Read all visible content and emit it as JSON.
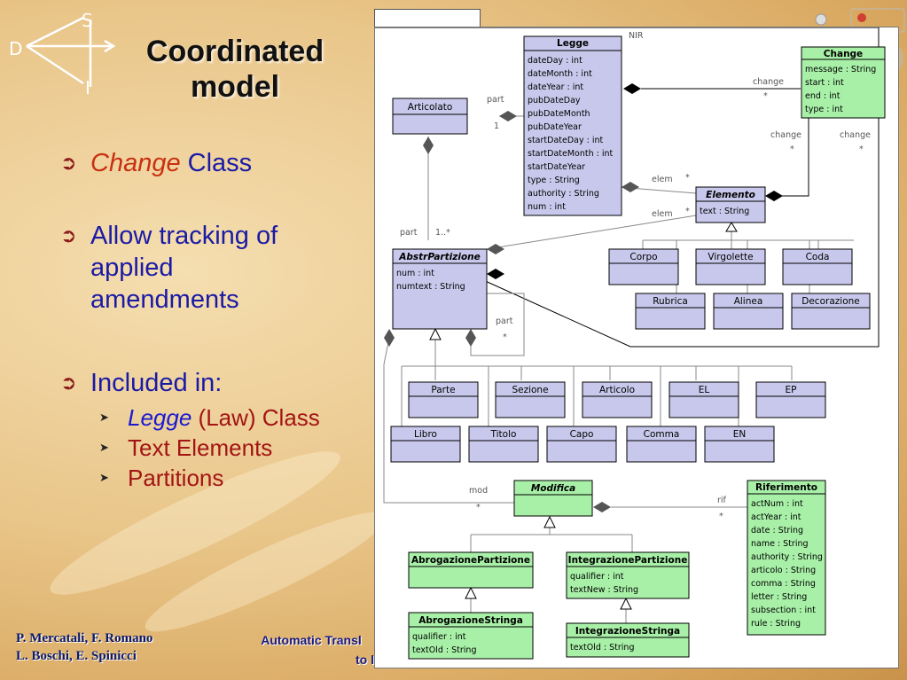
{
  "logo": {
    "letters": [
      "S",
      "D",
      "I"
    ]
  },
  "title": "Coordinated model",
  "title_lines": [
    "Coordinated",
    "model"
  ],
  "bullets": [
    {
      "italic": "Change",
      "rest": " Class"
    },
    {
      "lines": [
        "Allow tracking of",
        "applied",
        "amendments"
      ]
    },
    {
      "lines": [
        "Included in:"
      ]
    }
  ],
  "sub_bullets": [
    {
      "italic": "Legge",
      "rest": " (Law) Class"
    },
    {
      "text": "Text Elements"
    },
    {
      "text": "Partitions"
    }
  ],
  "authors": [
    "P. Mercatali, F. Romano",
    "L. Boschi, E. Spinicci"
  ],
  "footer_title": [
    "Automatic Transl",
    "to l"
  ],
  "colors": {
    "accent_title": "#111111",
    "bullet": "#1a1aa6",
    "sub": "#a31414",
    "class_blue": "#c8c8ec",
    "class_green": "#a8f0a8"
  },
  "diagram": {
    "nir_label": "NIR",
    "classes": {
      "legge": {
        "name": "Legge",
        "attrs": [
          "dateDay : int",
          "dateMonth : int",
          "dateYear : int",
          "pubDateDay",
          "pubDateMonth",
          "pubDateYear",
          "startDateDay : int",
          "startDateMonth : int",
          "startDateYear",
          "type : String",
          "authority : String",
          "num : int"
        ]
      },
      "change": {
        "name": "Change",
        "attrs": [
          "message : String",
          "start : int",
          "end : int",
          "type : int"
        ]
      },
      "articolato": {
        "name": "Articolato"
      },
      "elemento": {
        "name": "Elemento",
        "attrs": [
          "text : String"
        ]
      },
      "abstr": {
        "name": "AbstrPartizione",
        "attrs": [
          "num : int",
          "numtext : String"
        ]
      },
      "corpo": {
        "name": "Corpo"
      },
      "virgolette": {
        "name": "Virgolette"
      },
      "coda": {
        "name": "Coda"
      },
      "rubrica": {
        "name": "Rubrica"
      },
      "alinea": {
        "name": "Alinea"
      },
      "decorazione": {
        "name": "Decorazione"
      },
      "parte": {
        "name": "Parte"
      },
      "sezione": {
        "name": "Sezione"
      },
      "articolo": {
        "name": "Articolo"
      },
      "el": {
        "name": "EL"
      },
      "ep": {
        "name": "EP"
      },
      "libro": {
        "name": "Libro"
      },
      "titolo": {
        "name": "Titolo"
      },
      "capo": {
        "name": "Capo"
      },
      "comma": {
        "name": "Comma"
      },
      "en": {
        "name": "EN"
      },
      "modifica": {
        "name": "Modifica"
      },
      "riferimento": {
        "name": "Riferimento",
        "attrs": [
          "actNum : int",
          "actYear : int",
          "date : String",
          "name : String",
          "authority : String",
          "articolo : String",
          "comma : String",
          "letter : String",
          "subsection : int",
          "rule : String"
        ]
      },
      "abrogPart": {
        "name": "AbrogazionePartizione"
      },
      "integrPart": {
        "name": "IntegrazionePartizione",
        "attrs": [
          "qualifier : int",
          "textNew : String"
        ]
      },
      "abrogStr": {
        "name": "AbrogazioneStringa",
        "attrs": [
          "qualifier : int",
          "textOld : String"
        ]
      },
      "integrStr": {
        "name": "IntegrazioneStringa",
        "attrs": [
          "textOld : String"
        ]
      }
    },
    "labels": {
      "part": "part",
      "one": "1",
      "change": "change",
      "star": "*",
      "elem": "elem",
      "one_star": "1..*",
      "mod": "mod",
      "rif": "rif"
    }
  }
}
